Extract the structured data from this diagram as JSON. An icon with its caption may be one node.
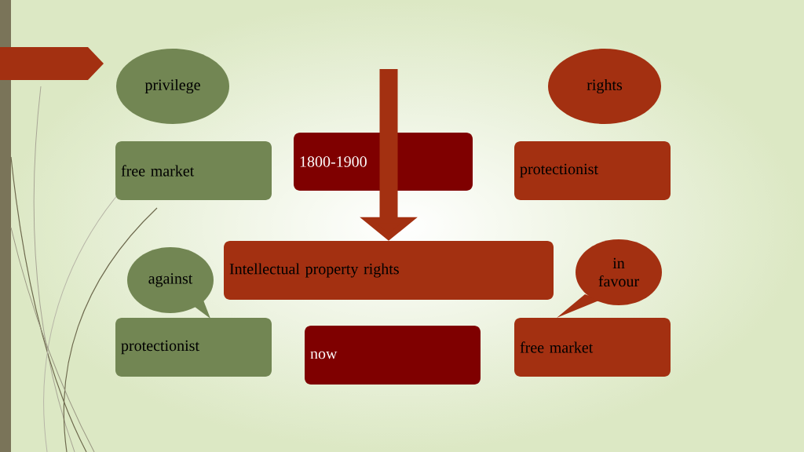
{
  "diagram": {
    "nodes": [
      {
        "text": [
          "privilege"
        ]
      },
      {
        "text": [
          "rights"
        ]
      },
      {
        "text": [
          "free market"
        ]
      },
      {
        "text": [
          "1800-1900"
        ]
      },
      {
        "text": [
          "protectionist"
        ]
      },
      {
        "text": [
          "Intellectual property rights"
        ]
      },
      {
        "text": [
          "against"
        ]
      },
      {
        "text": [
          "in favour"
        ]
      },
      {
        "text": [
          "protectionist"
        ]
      },
      {
        "text": [
          "now"
        ]
      },
      {
        "text": [
          "free market"
        ]
      }
    ],
    "edges": [
      {
        "from": null,
        "to": 5,
        "arrow": "to"
      }
    ]
  }
}
